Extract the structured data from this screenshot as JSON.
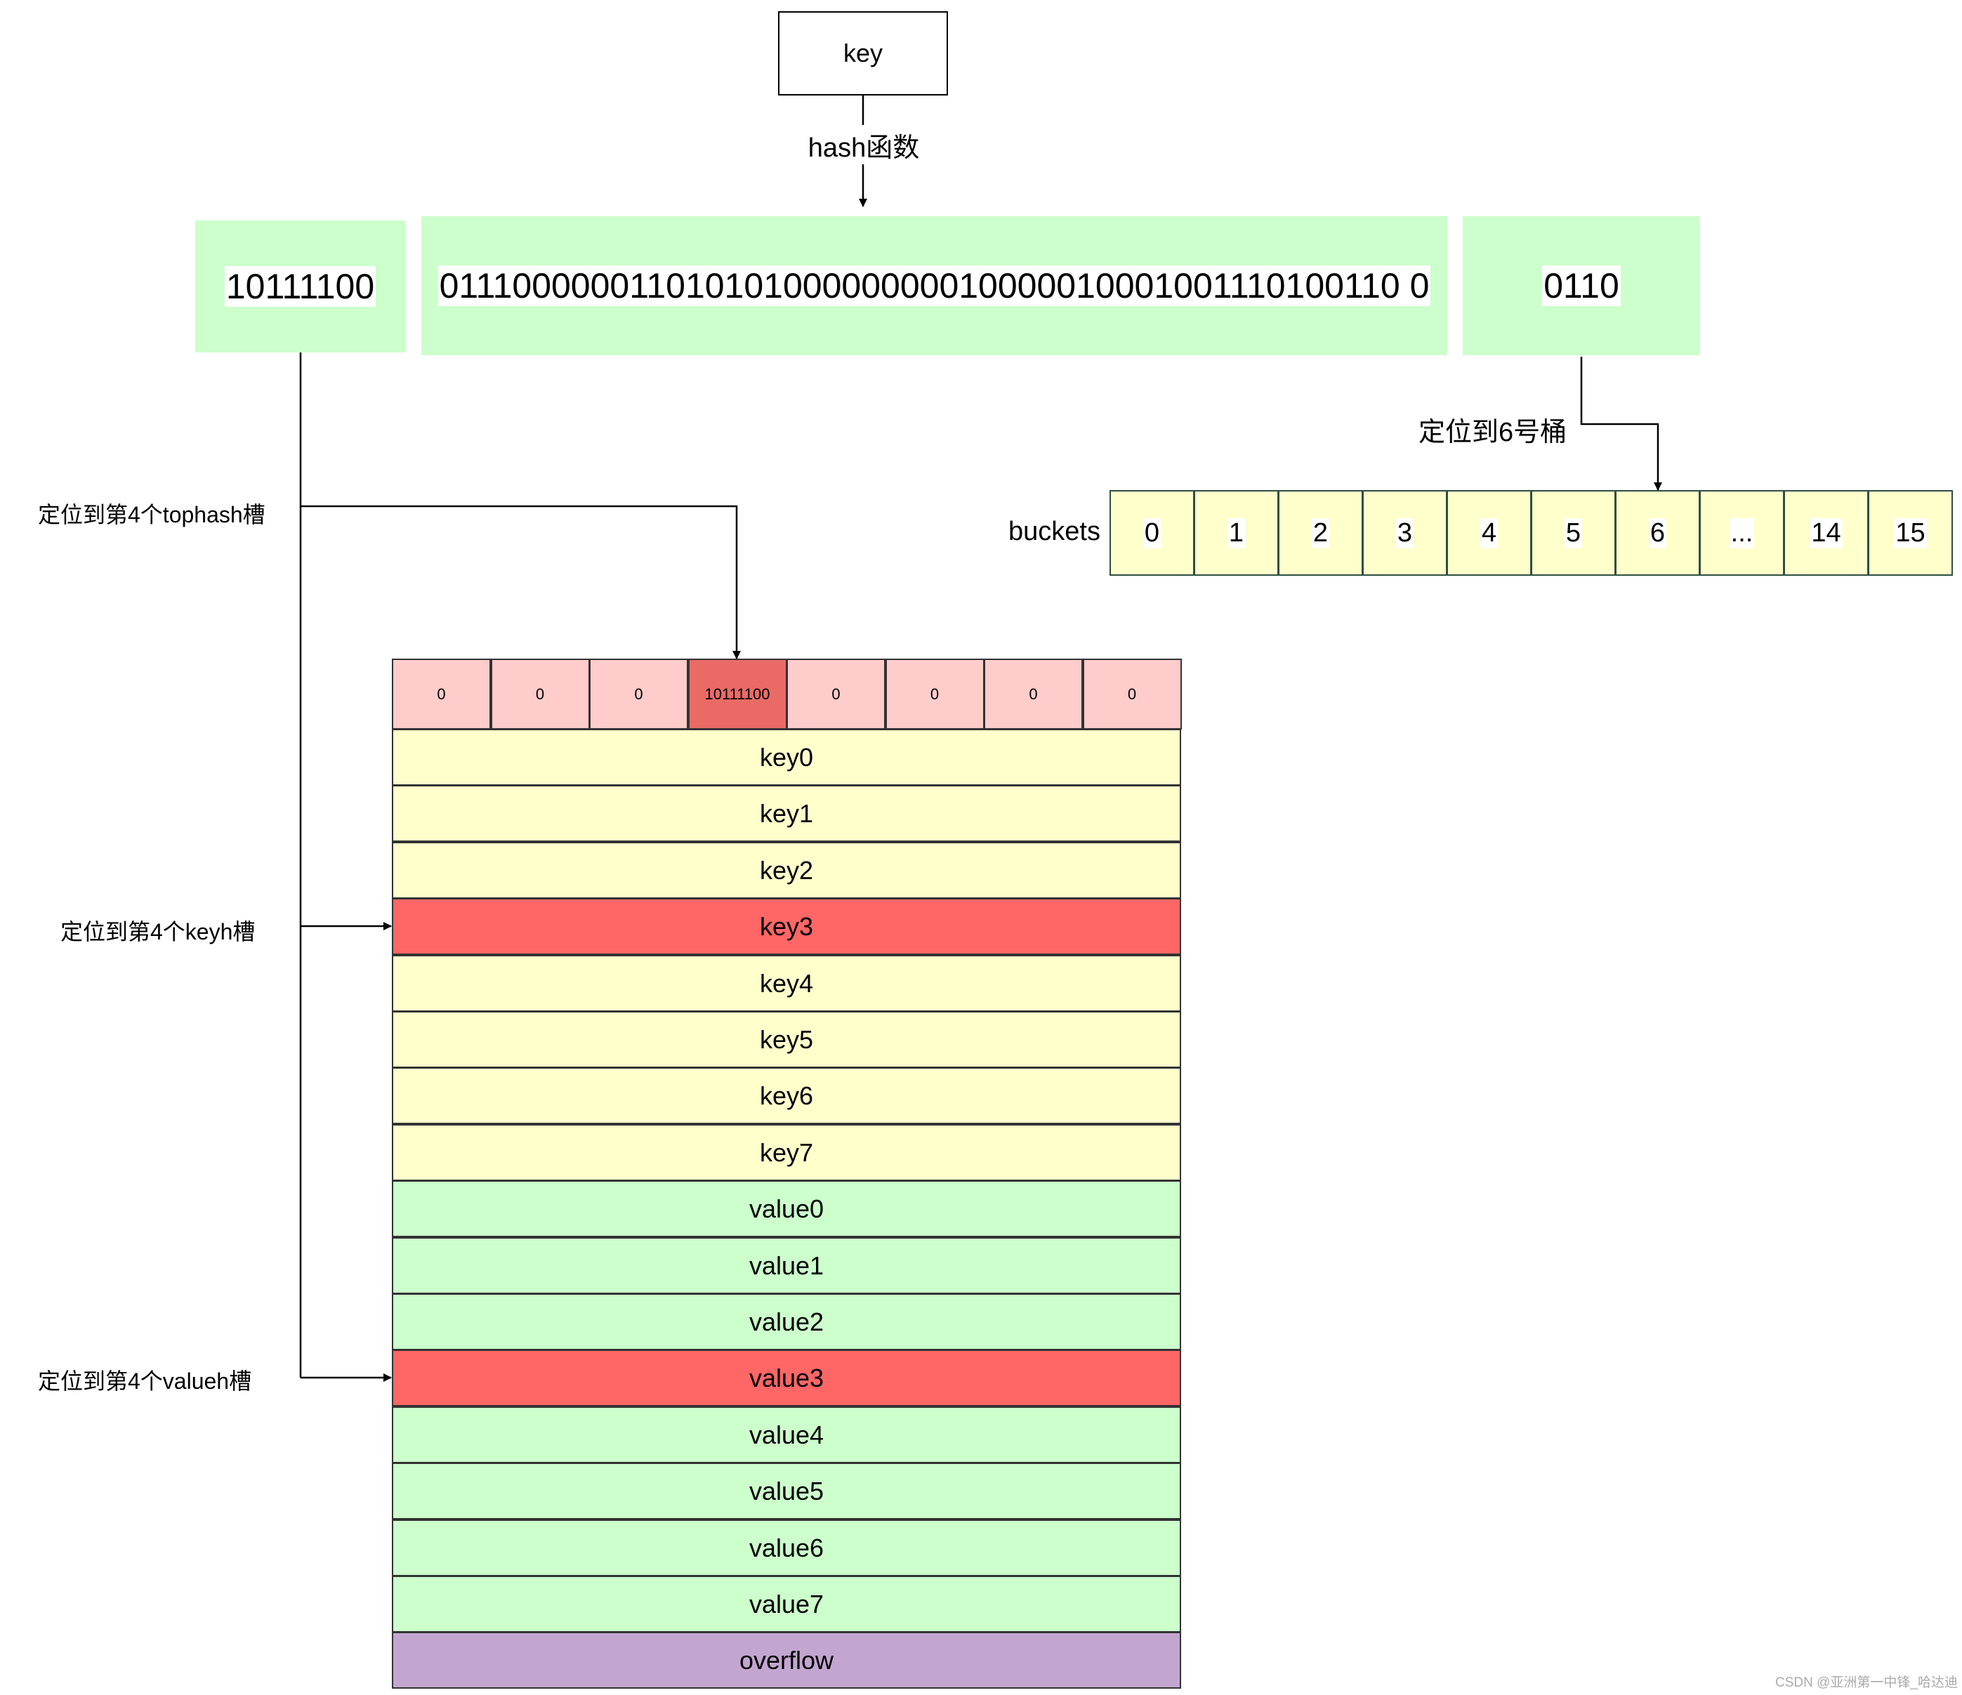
{
  "diagram": {
    "key_label": "key",
    "hash_label": "hash函数",
    "top_bits": "10111100",
    "middle_bits": "01110000001101010100000000010000010001001110100110 0",
    "low_bits": "0110",
    "bucket_annotation": "定位到6号桶",
    "buckets_label": "buckets",
    "buckets": [
      "0",
      "1",
      "2",
      "3",
      "4",
      "5",
      "6",
      "...",
      "14",
      "15"
    ],
    "tophash_annotation": "定位到第4个tophash槽",
    "key_annotation": "定位到第4个keyh槽",
    "value_annotation": "定位到第4个valueh槽",
    "tophash": [
      "0",
      "0",
      "0",
      "10111100",
      "0",
      "0",
      "0",
      "0"
    ],
    "keys": [
      "key0",
      "key1",
      "key2",
      "key3",
      "key4",
      "key5",
      "key6",
      "key7"
    ],
    "values": [
      "value0",
      "value1",
      "value2",
      "value3",
      "value4",
      "value5",
      "value6",
      "value7"
    ],
    "overflow": "overflow",
    "selected_index": 3,
    "colors": {
      "green": "#ccffcc",
      "yellow": "#ffffcc",
      "pink": "#ffcccc",
      "highlight": "#ff6666",
      "tophash_highlight": "#ea6b66",
      "purple": "#c3a6d0"
    }
  },
  "watermark": "CSDN @亚洲第一中锋_哈达迪"
}
